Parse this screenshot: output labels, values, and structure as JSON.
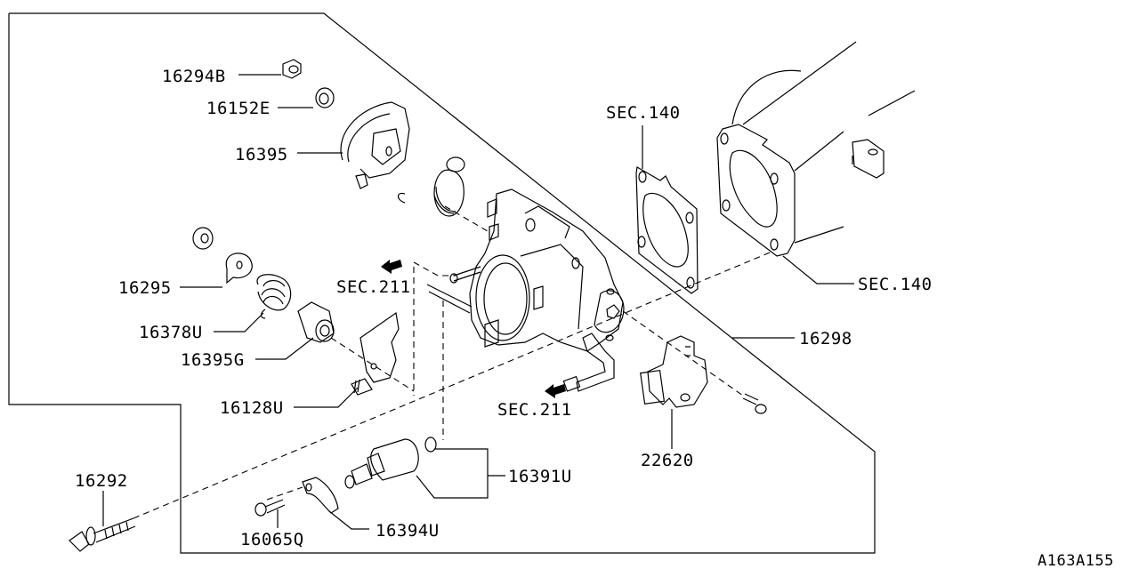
{
  "diagram": {
    "figure_code": "A163A155",
    "labels": {
      "p16294B": "16294B",
      "p16152E": "16152E",
      "p16395": "16395",
      "p16295": "16295",
      "p16378U": "16378U",
      "p16395G": "16395G",
      "p16128U": "16128U",
      "p16292": "16292",
      "p16065Q": "16065Q",
      "p16394U": "16394U",
      "p16391U": "16391U",
      "p22620": "22620",
      "p16298": "16298",
      "sec140_gasket": "SEC.140",
      "sec140_manifold": "SEC.140",
      "sec211_upper": "SEC.211",
      "sec211_lower": "SEC.211"
    }
  }
}
